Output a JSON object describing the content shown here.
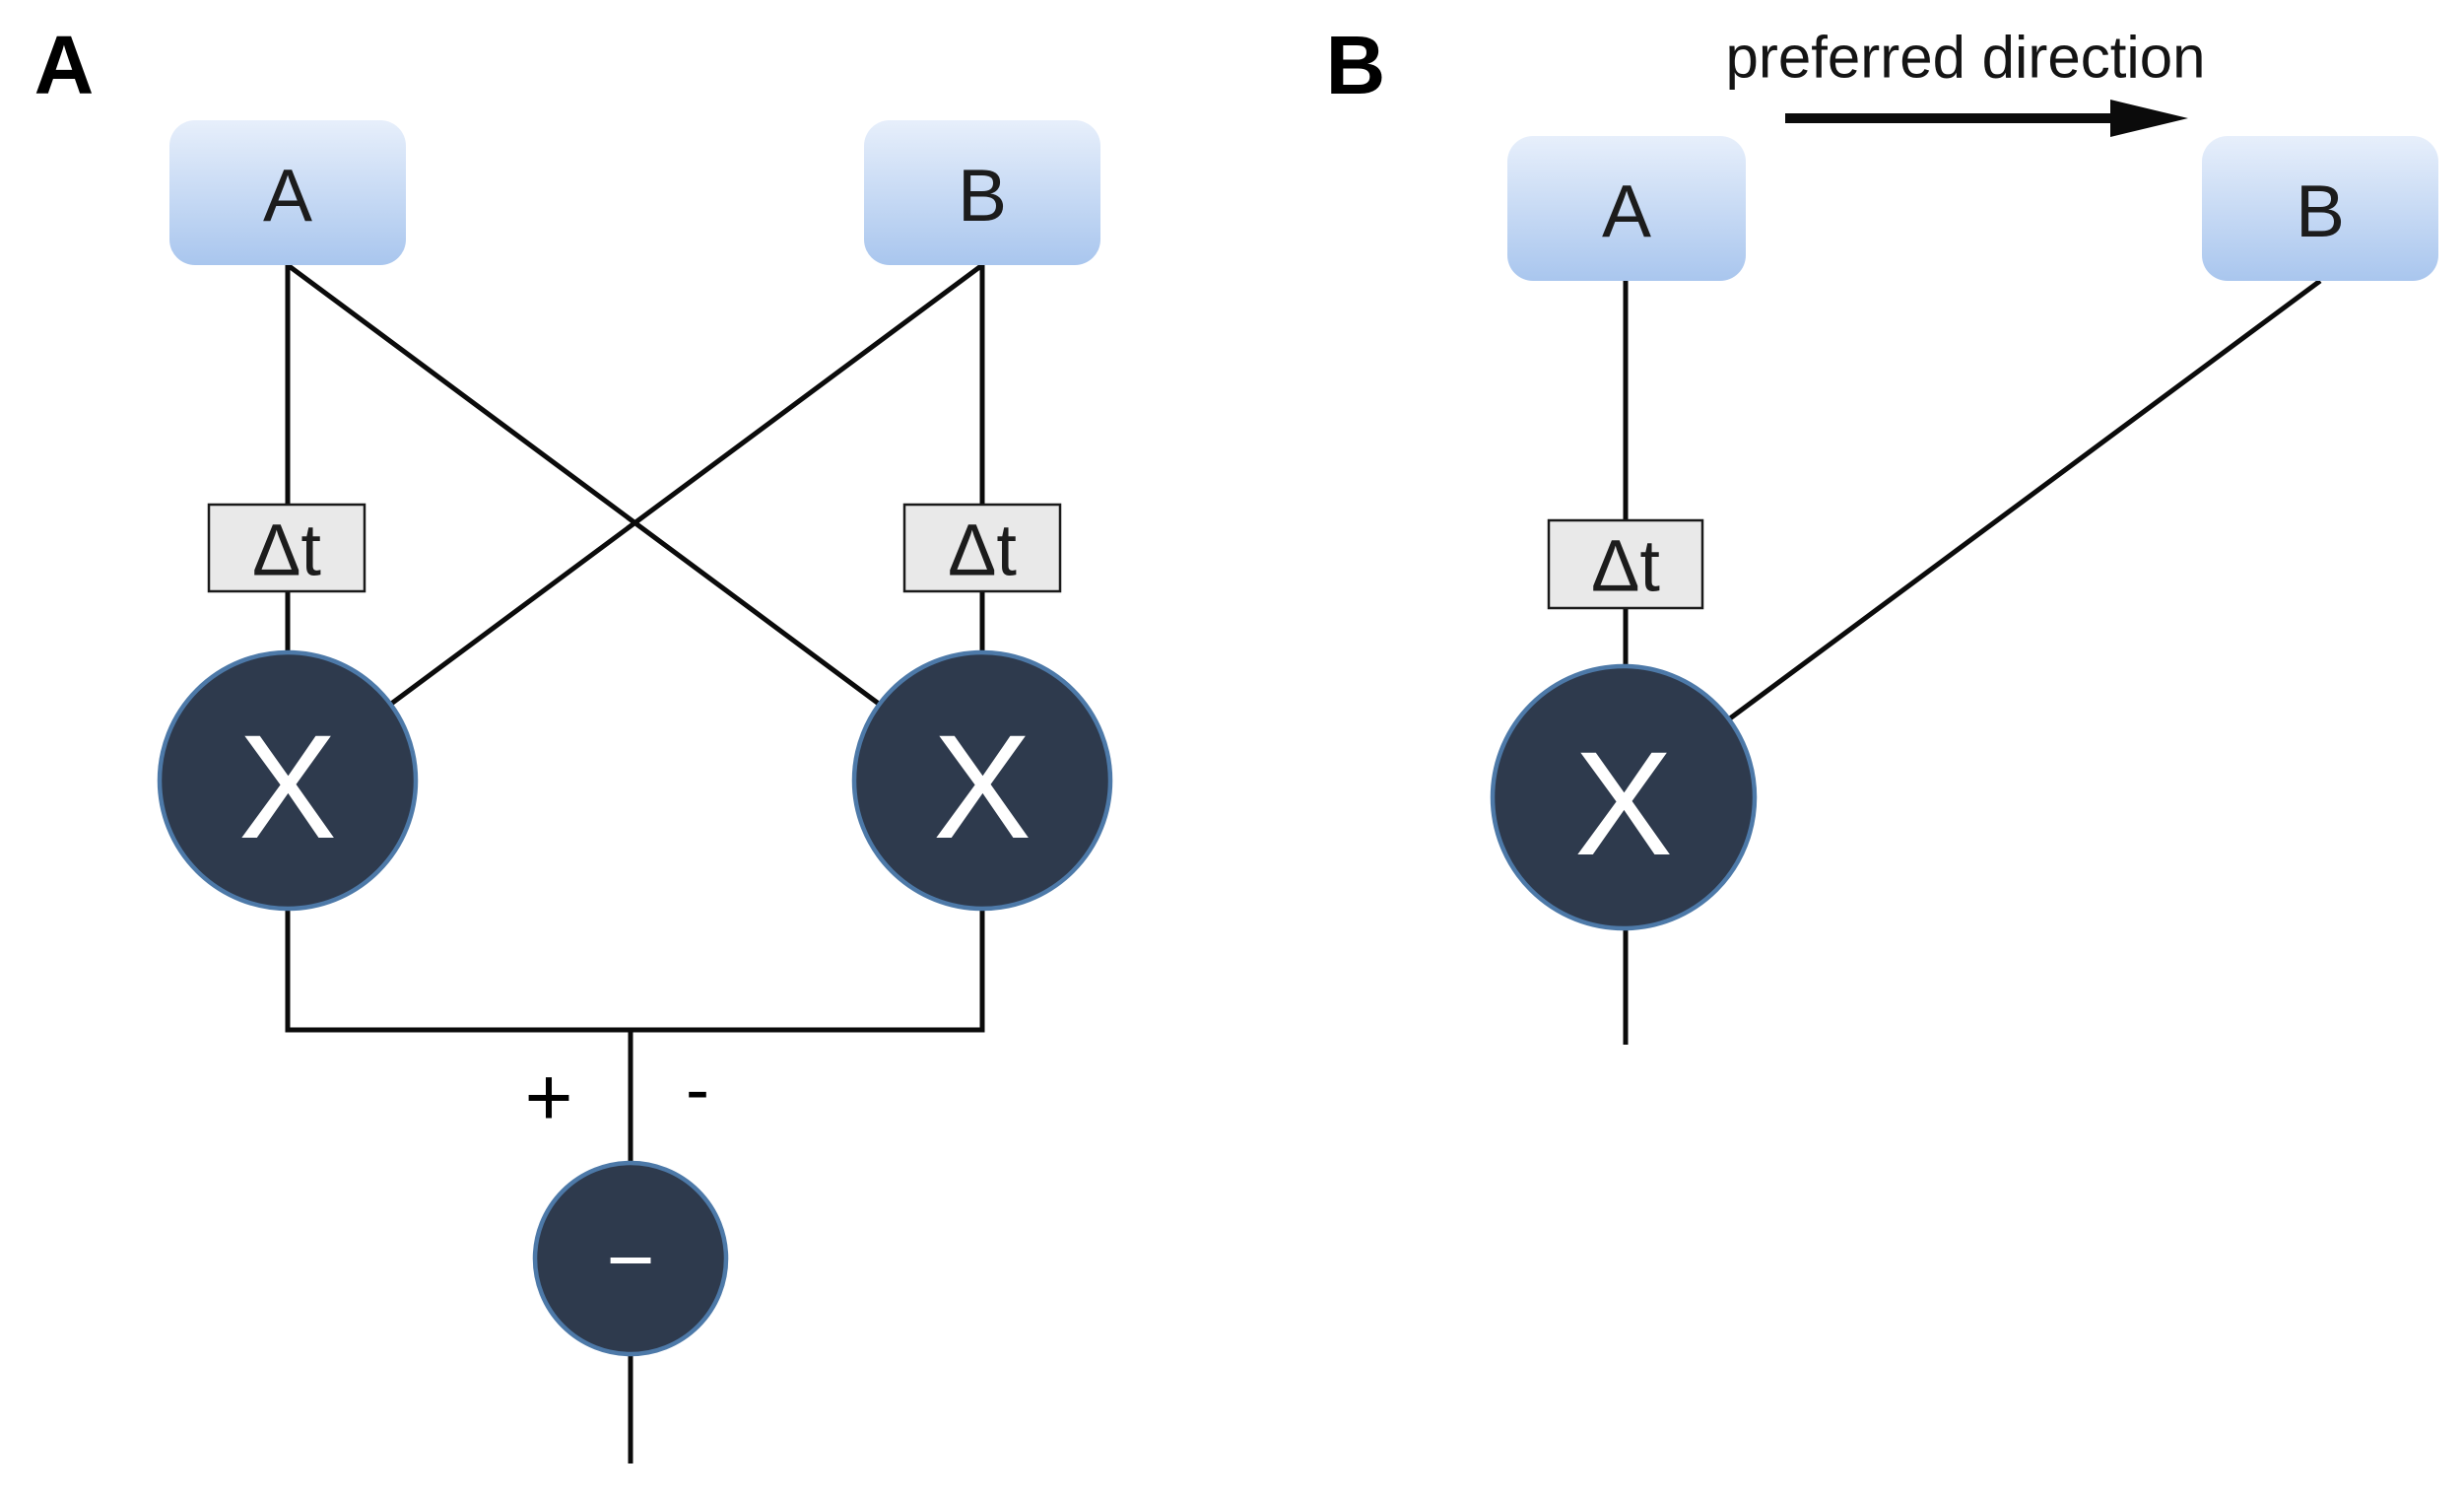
{
  "figure": {
    "type": "diagram",
    "description_visible_text_only": true
  },
  "colors": {
    "background": "#ffffff",
    "box_top": "#e7effb",
    "box_bottom": "#a9c6ee",
    "unit_fill": "#2e3a4d",
    "unit_ring": "#4d79a8",
    "delay_fill": "#e9e9e9",
    "delay_border": "#1a1a1a",
    "line": "#0b0b0b",
    "node_text": "#1c1c1c",
    "unit_text": "#ffffff"
  },
  "panel_a": {
    "label": "A",
    "input_a": "A",
    "input_b": "B",
    "delay_left": "Δt",
    "delay_right": "Δt",
    "multiplier_left": "X",
    "multiplier_right": "X",
    "plus_sign": "+",
    "minus_sign": "-",
    "subtraction_unit": "−"
  },
  "panel_b": {
    "label": "B",
    "annotation": "preferred direction",
    "input_a": "A",
    "input_b": "B",
    "delay": "Δt",
    "multiplier": "X"
  }
}
